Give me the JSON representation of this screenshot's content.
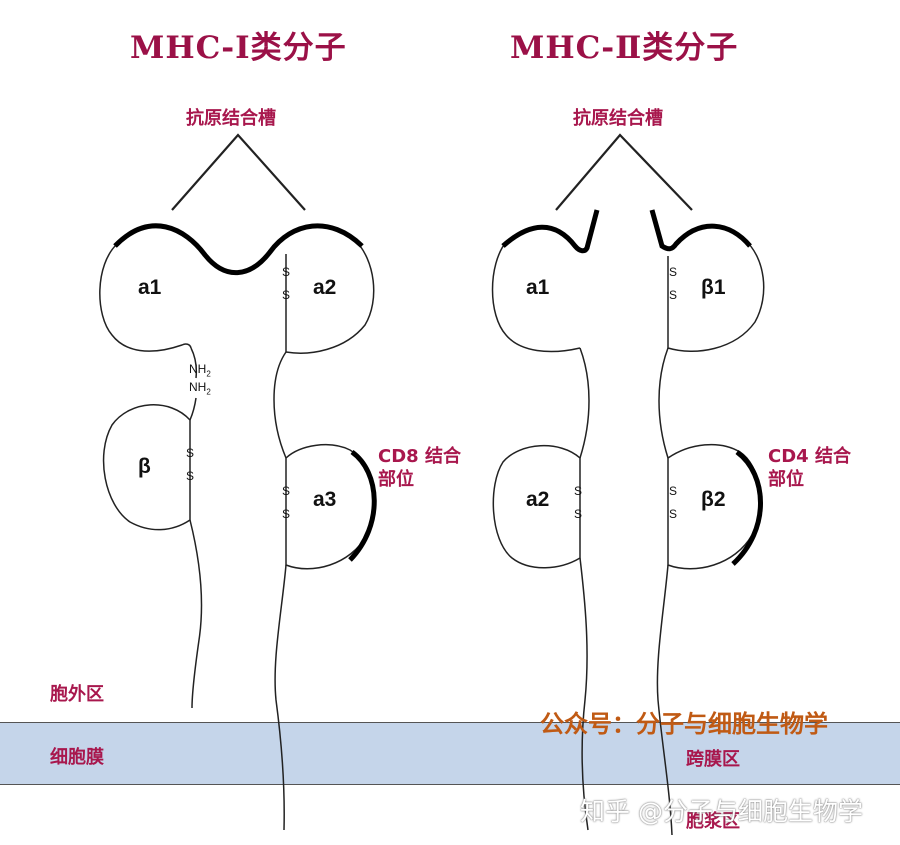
{
  "titles": {
    "mhc1": "MHC-Ⅰ类分子",
    "mhc2": "MHC-Ⅱ类分子"
  },
  "mhc1": {
    "groove_label": "抗原结合槽",
    "domains": {
      "a1": "a1",
      "a2": "a2",
      "a3": "a3",
      "beta": "β"
    },
    "nh2": "NH",
    "nh2_sub": "2",
    "ss": "S",
    "binding_label_line1": "CD8 结合",
    "binding_label_line2": "部位"
  },
  "mhc2": {
    "groove_label": "抗原结合槽",
    "domains": {
      "a1": "a1",
      "b1": "β1",
      "a2": "a2",
      "b2": "β2"
    },
    "ss": "S",
    "binding_label_line1": "CD4 结合",
    "binding_label_line2": "部位"
  },
  "regions": {
    "extracellular": "胞外区",
    "membrane": "细胞膜",
    "transmembrane": "跨膜区",
    "cytoplasmic": "胞浆区"
  },
  "watermarks": {
    "official": "公众号：分子与细胞生物学",
    "zhihu": "知乎 @分子与细胞生物学"
  },
  "colors": {
    "title": "#9b1147",
    "label": "#a8174d",
    "membrane": "#c5d5ea",
    "watermark": "#c05a14"
  }
}
